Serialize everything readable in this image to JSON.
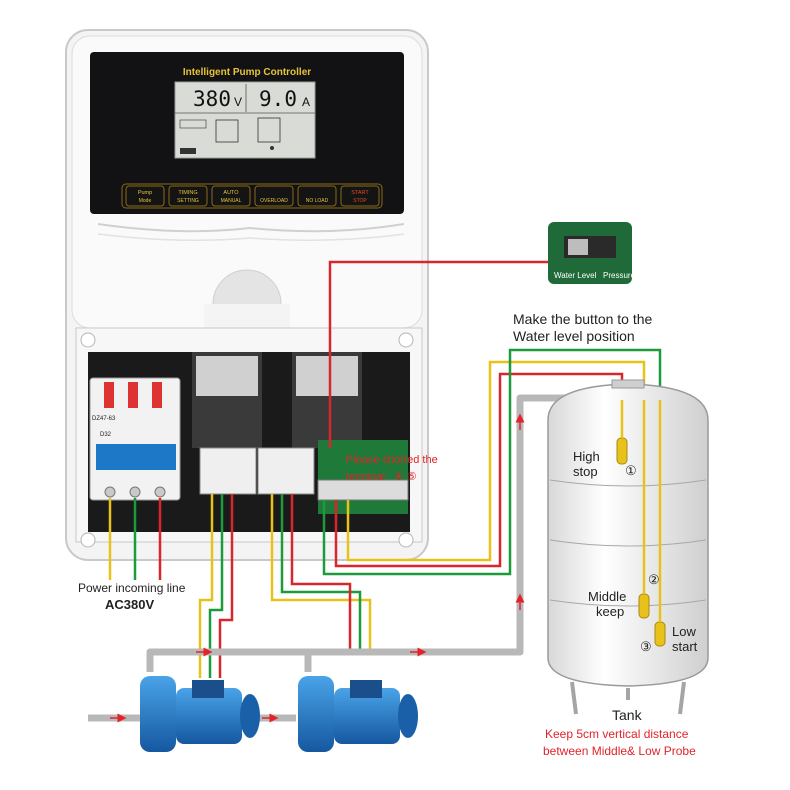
{
  "controller": {
    "title": "Intelligent Pump Controller",
    "voltage": "380",
    "voltage_unit": "V",
    "current": "9.0",
    "current_unit": "A",
    "buttons": [
      {
        "line1": "Pump",
        "line2": "Mode"
      },
      {
        "line1": "TIMING",
        "line2": "SETTING"
      },
      {
        "line1": "AUTO",
        "line2": "MANUAL"
      },
      {
        "line1": "",
        "line2": "OVERLOAD"
      },
      {
        "line1": "",
        "line2": "NO LOAD"
      },
      {
        "line1": "START",
        "line2": "STOP"
      }
    ]
  },
  "switch": {
    "left_label": "Water Level",
    "right_label": "Pressure",
    "note_line1": "Make the button to the",
    "note_line2": "Water level position"
  },
  "breaker": {
    "model": "DZ47-63",
    "rating": "D32"
  },
  "terminal_note": {
    "line1": "Please shorted the",
    "line2": "terminal",
    "marks": "④ ⑤"
  },
  "power": {
    "line1": "Power incoming line",
    "line2": "AC380V"
  },
  "tank": {
    "label": "Tank",
    "high": {
      "line1": "High",
      "line2": "stop",
      "num": "①"
    },
    "middle": {
      "line1": "Middle",
      "line2": "keep",
      "num": "②"
    },
    "low": {
      "line1": "Low",
      "line2": "start",
      "num": "③"
    },
    "note_line1": "Keep 5cm vertical distance",
    "note_line2": "between Middle& Low Probe"
  },
  "colors": {
    "wire_red": "#d8262c",
    "wire_green": "#1c9a3c",
    "wire_yellow": "#e8c21a",
    "pump_blue": "#1f78c8",
    "note_red": "#e0242a"
  }
}
